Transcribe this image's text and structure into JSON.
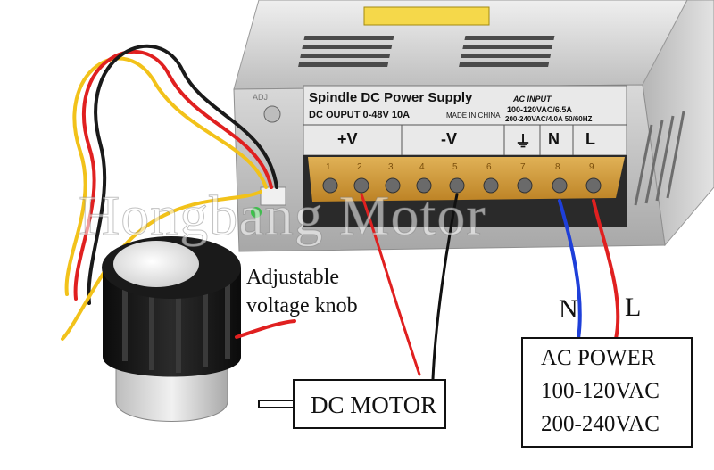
{
  "colors": {
    "metal": "#c9c9c9",
    "terminal": "#e7a93a",
    "wire_red": "#e02020",
    "wire_blue": "#1e3fd9",
    "wire_yellow": "#f2c21a",
    "wire_black": "#111111"
  },
  "psu": {
    "title": "Spindle DC Power Supply",
    "output": "DC OUPUT 0-48V 10A",
    "made_in": "MADE IN CHINA",
    "ac_input": "AC INPUT",
    "ac_range_1": "100-120VAC/6.5A",
    "ac_range_2": "200-240VAC/4.0A  50/60HZ",
    "terminal_plus": "+V",
    "terminal_minus": "-V",
    "terminal_ground": "⏚",
    "terminal_n": "N",
    "terminal_l": "L",
    "adj_mark": "ADJ",
    "terminal_numbers": [
      "1",
      "2",
      "3",
      "4",
      "5",
      "6",
      "7",
      "8",
      "9"
    ]
  },
  "watermark": "Hongbang Motor",
  "annotations": {
    "knob_label_1": "Adjustable",
    "knob_label_2": "voltage knob",
    "wire_n": "N",
    "wire_l": "L"
  },
  "dc_motor_box": {
    "label": "DC MOTOR"
  },
  "ac_power_box": {
    "line1": "AC POWER",
    "line2": "100-120VAC",
    "line3": "200-240VAC"
  }
}
